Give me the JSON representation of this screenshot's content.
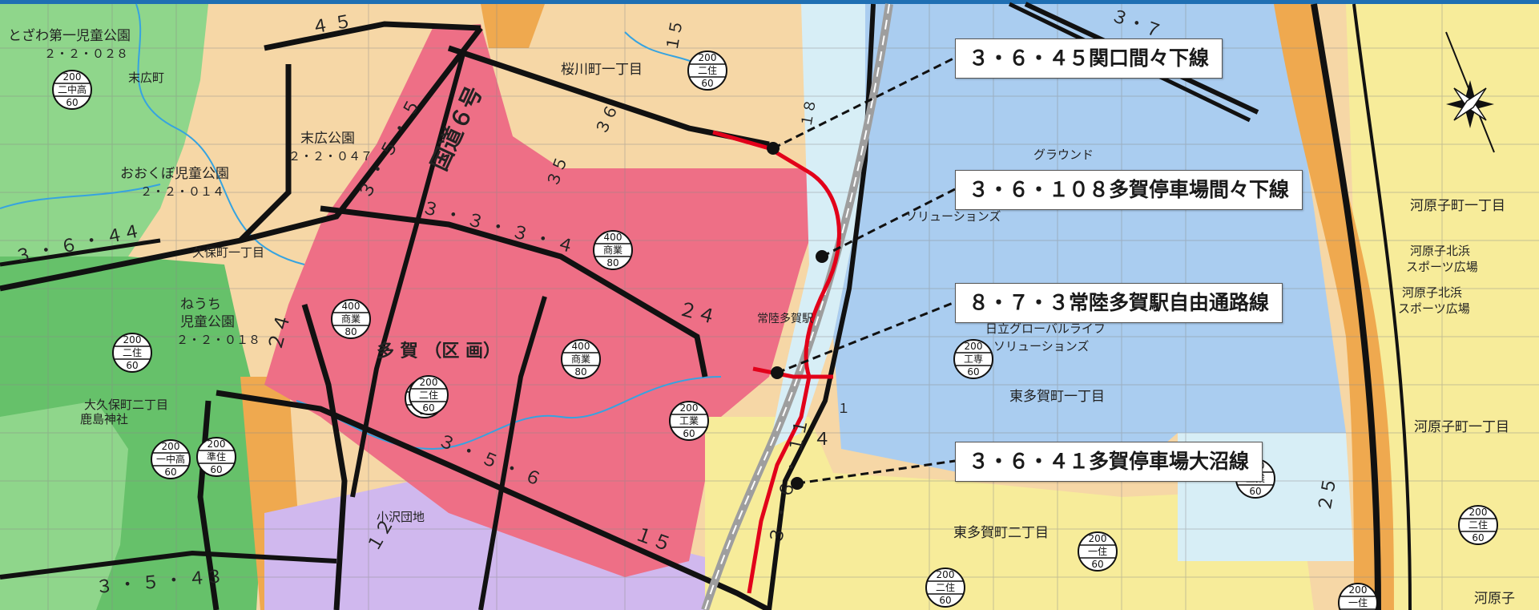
{
  "colors": {
    "topbar": "#1f6fb3",
    "commercial": "#ee6f86",
    "residential_light": "#f6d7a6",
    "residential_orange": "#efa94f",
    "industrial": "#aacdf0",
    "industrial_light": "#d7eef6",
    "lowrise_green": "#8fd68b",
    "midrise_green": "#66c16a",
    "mixed_yellow": "#f7ec9a",
    "residential_purple": "#d0b8ee",
    "water_line": "#36a3e0",
    "planned_route": "#e2001a"
  },
  "callouts": [
    {
      "id": "c1",
      "label": "３・６・４５関口間々下線"
    },
    {
      "id": "c2",
      "label": "３・６・１０８多賀停車場間々下線"
    },
    {
      "id": "c3",
      "label": "８・７・３常陸多賀駅自由通路線"
    },
    {
      "id": "c4",
      "label": "３・６・４１多賀停車場大沼線"
    }
  ],
  "map_labels": {
    "park_tozawa": "とざわ第一児童公園",
    "park_tozawa_code": "２・２・０２８",
    "park_suehiro": "末広公園",
    "park_suehiro_code": "２・２・０４７",
    "park_okubo": "おおくぼ児童公園",
    "park_okubo_code": "２・２・０１４",
    "park_neuchi": "ねうち",
    "park_neuchi2": "児童公園",
    "park_neuchi_code": "２・２・０１８",
    "national_route": "国道６号",
    "taga_kukaku": "多 賀 （区 画）",
    "station": "常陸多賀駅",
    "ground": "グラウンド",
    "solutions": "ソリューションズ",
    "hitachi_global": "日立グローバルライフ",
    "solutions2": "ソリューションズ",
    "higashi_taga_1": "東多賀町一丁目",
    "higashi_taga_2": "東多賀町二丁目",
    "kawarago_kitahama": "河原子北浜",
    "sports_hiroba": "スポーツ広場",
    "kawarago_kitahama2": "河原子北浜",
    "sports_hiroba2": "スポーツ広場",
    "kawarago_1": "河原子町一丁目",
    "kawarago_2": "河原子町一丁目",
    "kawarago_3": "河原子",
    "sakuragawa": "桜川町一丁目",
    "suehiro_cho": "末広町",
    "kubo_cho": "久保町一丁目",
    "okubo_cho": "大久保町二丁目",
    "kashima_shrine": "鹿島神社",
    "ozawa_danchi": "小沢団地",
    "road_24_a": "２４",
    "road_24_b": "２４",
    "road_15": "１５",
    "road_12": "１２",
    "road_3543": "３ ・ ５ ・ ４３",
    "road_3644": "３ ・ ６ ・ ４４",
    "road_3334": "３ ・ ３ ・ ３ ・ ４",
    "road_3555": "３ ・ ５ ・ ５",
    "road_356": "３ ・ ５ ・ ６",
    "road_3611": "３ ・ ６ ・ １１",
    "road_4": "４",
    "road_25": "２５",
    "road_37": "３・７",
    "road_45": "４ ５",
    "road_18": "１８",
    "road_36": "３６",
    "road_35": "３５",
    "road_15b": "１５",
    "road_1": "１"
  },
  "zone_badges": [
    {
      "id": "b1",
      "top": "200",
      "mid": "二中高",
      "bot": "60"
    },
    {
      "id": "b2",
      "top": "200",
      "mid": "二住",
      "bot": "60"
    },
    {
      "id": "b3",
      "top": "200",
      "mid": "二住",
      "bot": "60"
    },
    {
      "id": "b4",
      "top": "200",
      "mid": "二住",
      "bot": "60"
    },
    {
      "id": "b5",
      "top": "400",
      "mid": "商業",
      "bot": "80"
    },
    {
      "id": "b6",
      "top": "400",
      "mid": "商業",
      "bot": "80"
    },
    {
      "id": "b7",
      "top": "400",
      "mid": "商業",
      "bot": "80"
    },
    {
      "id": "b8",
      "top": "200",
      "mid": "二住",
      "bot": "60"
    },
    {
      "id": "b9",
      "top": "200",
      "mid": "工業",
      "bot": "60"
    },
    {
      "id": "b10",
      "top": "200",
      "mid": "一中高",
      "bot": "60"
    },
    {
      "id": "b11",
      "top": "200",
      "mid": "準住",
      "bot": "60"
    },
    {
      "id": "b12",
      "top": "200",
      "mid": "工専",
      "bot": "60"
    },
    {
      "id": "b13",
      "top": "200",
      "mid": "工業",
      "bot": "60"
    },
    {
      "id": "b14",
      "top": "200",
      "mid": "一住",
      "bot": "60"
    },
    {
      "id": "b15",
      "top": "200",
      "mid": "二住",
      "bot": "60"
    },
    {
      "id": "b16",
      "top": "200",
      "mid": "二住",
      "bot": "60"
    },
    {
      "id": "b17",
      "top": "200",
      "mid": "一住",
      "bot": "60"
    }
  ],
  "compass_icon": "north-arrow-icon"
}
